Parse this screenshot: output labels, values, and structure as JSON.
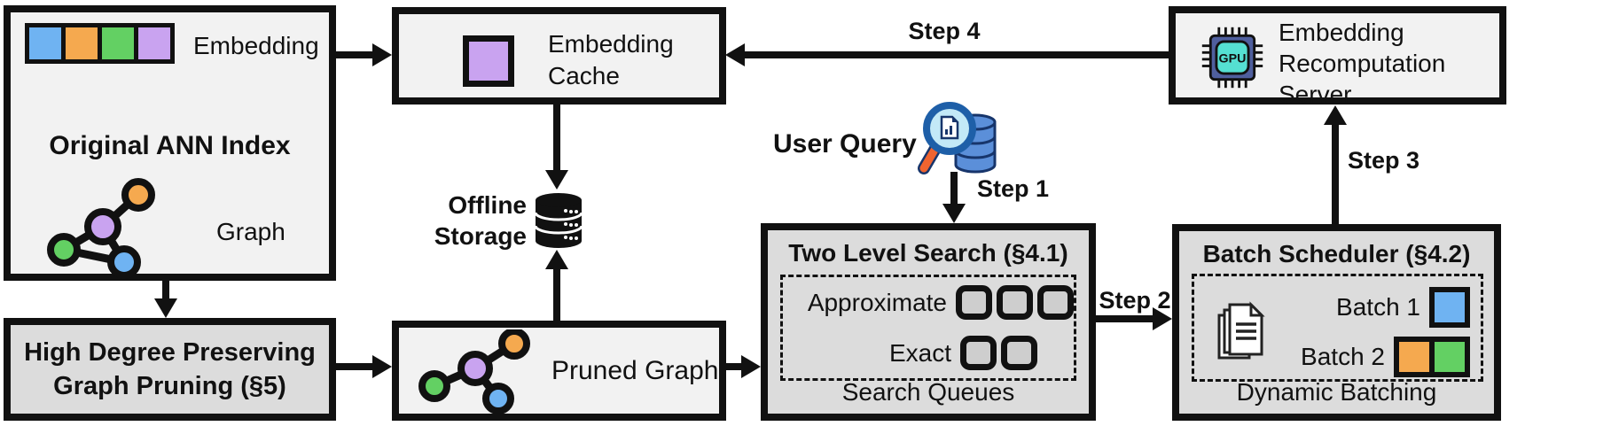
{
  "ann_index": {
    "embedding_label": "Embedding",
    "title": "Original ANN Index",
    "graph_label": "Graph"
  },
  "graph_pruning": {
    "line1": "High Degree Preserving",
    "line2": "Graph Pruning (§5)"
  },
  "embedding_cache": {
    "line1": "Embedding",
    "line2": "Cache"
  },
  "offline_storage": {
    "line1": "Offline",
    "line2": "Storage"
  },
  "pruned_graph": {
    "label": "Pruned Graph"
  },
  "user_query": {
    "label": "User Query"
  },
  "two_level_search": {
    "title": "Two Level Search (§4.1)",
    "row1_label": "Approximate",
    "row2_label": "Exact",
    "footer": "Search Queues",
    "approximate_queue_count": 3,
    "exact_queue_count": 2
  },
  "batch_scheduler": {
    "title": "Batch Scheduler (§4.2)",
    "row1_label": "Batch 1",
    "row2_label": "Batch 2",
    "footer": "Dynamic Batching"
  },
  "recompute_server": {
    "line1": "Embedding",
    "line2": "Recomputation",
    "line3": "Server",
    "gpu_label": "GPU"
  },
  "steps": {
    "step1": "Step 1",
    "step2": "Step 2",
    "step3": "Step 3",
    "step4": "Step 4"
  },
  "colors": {
    "blue": "#6fb3f2",
    "orange": "#f5a94f",
    "green": "#63d063",
    "purple": "#c9a3f0",
    "queue_square": "#cecece",
    "box_light": "#f2f2f2",
    "box_gray": "#dcdcdc",
    "gpu_body": "#4f5f9e",
    "gpu_core": "#55e0d2",
    "query_db": "#5b8fd9",
    "query_lens": "#c3e9f7",
    "query_handle": "#ef6430",
    "outline": "#111111"
  }
}
